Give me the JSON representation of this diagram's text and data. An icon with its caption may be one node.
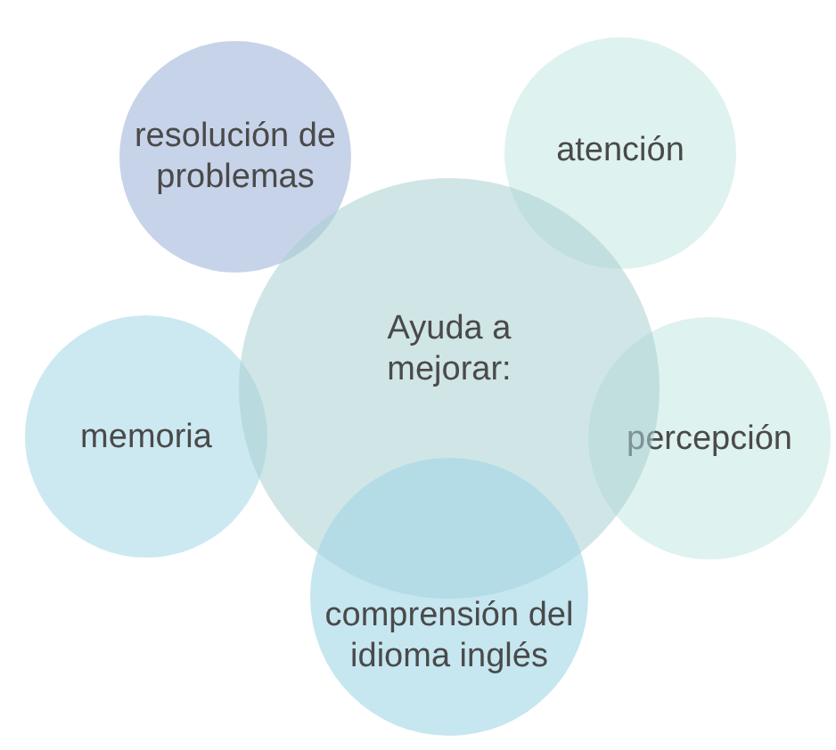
{
  "diagram": {
    "nodes": [
      {
        "text": [
          "resolución de problemas"
        ]
      },
      {
        "text": [
          "atención"
        ]
      },
      {
        "text": [
          "Ayuda a mejorar:"
        ]
      },
      {
        "text": [
          "memoria"
        ]
      },
      {
        "text": [
          "percepción"
        ]
      },
      {
        "text": [
          "comprensión del idioma inglés"
        ]
      }
    ]
  }
}
